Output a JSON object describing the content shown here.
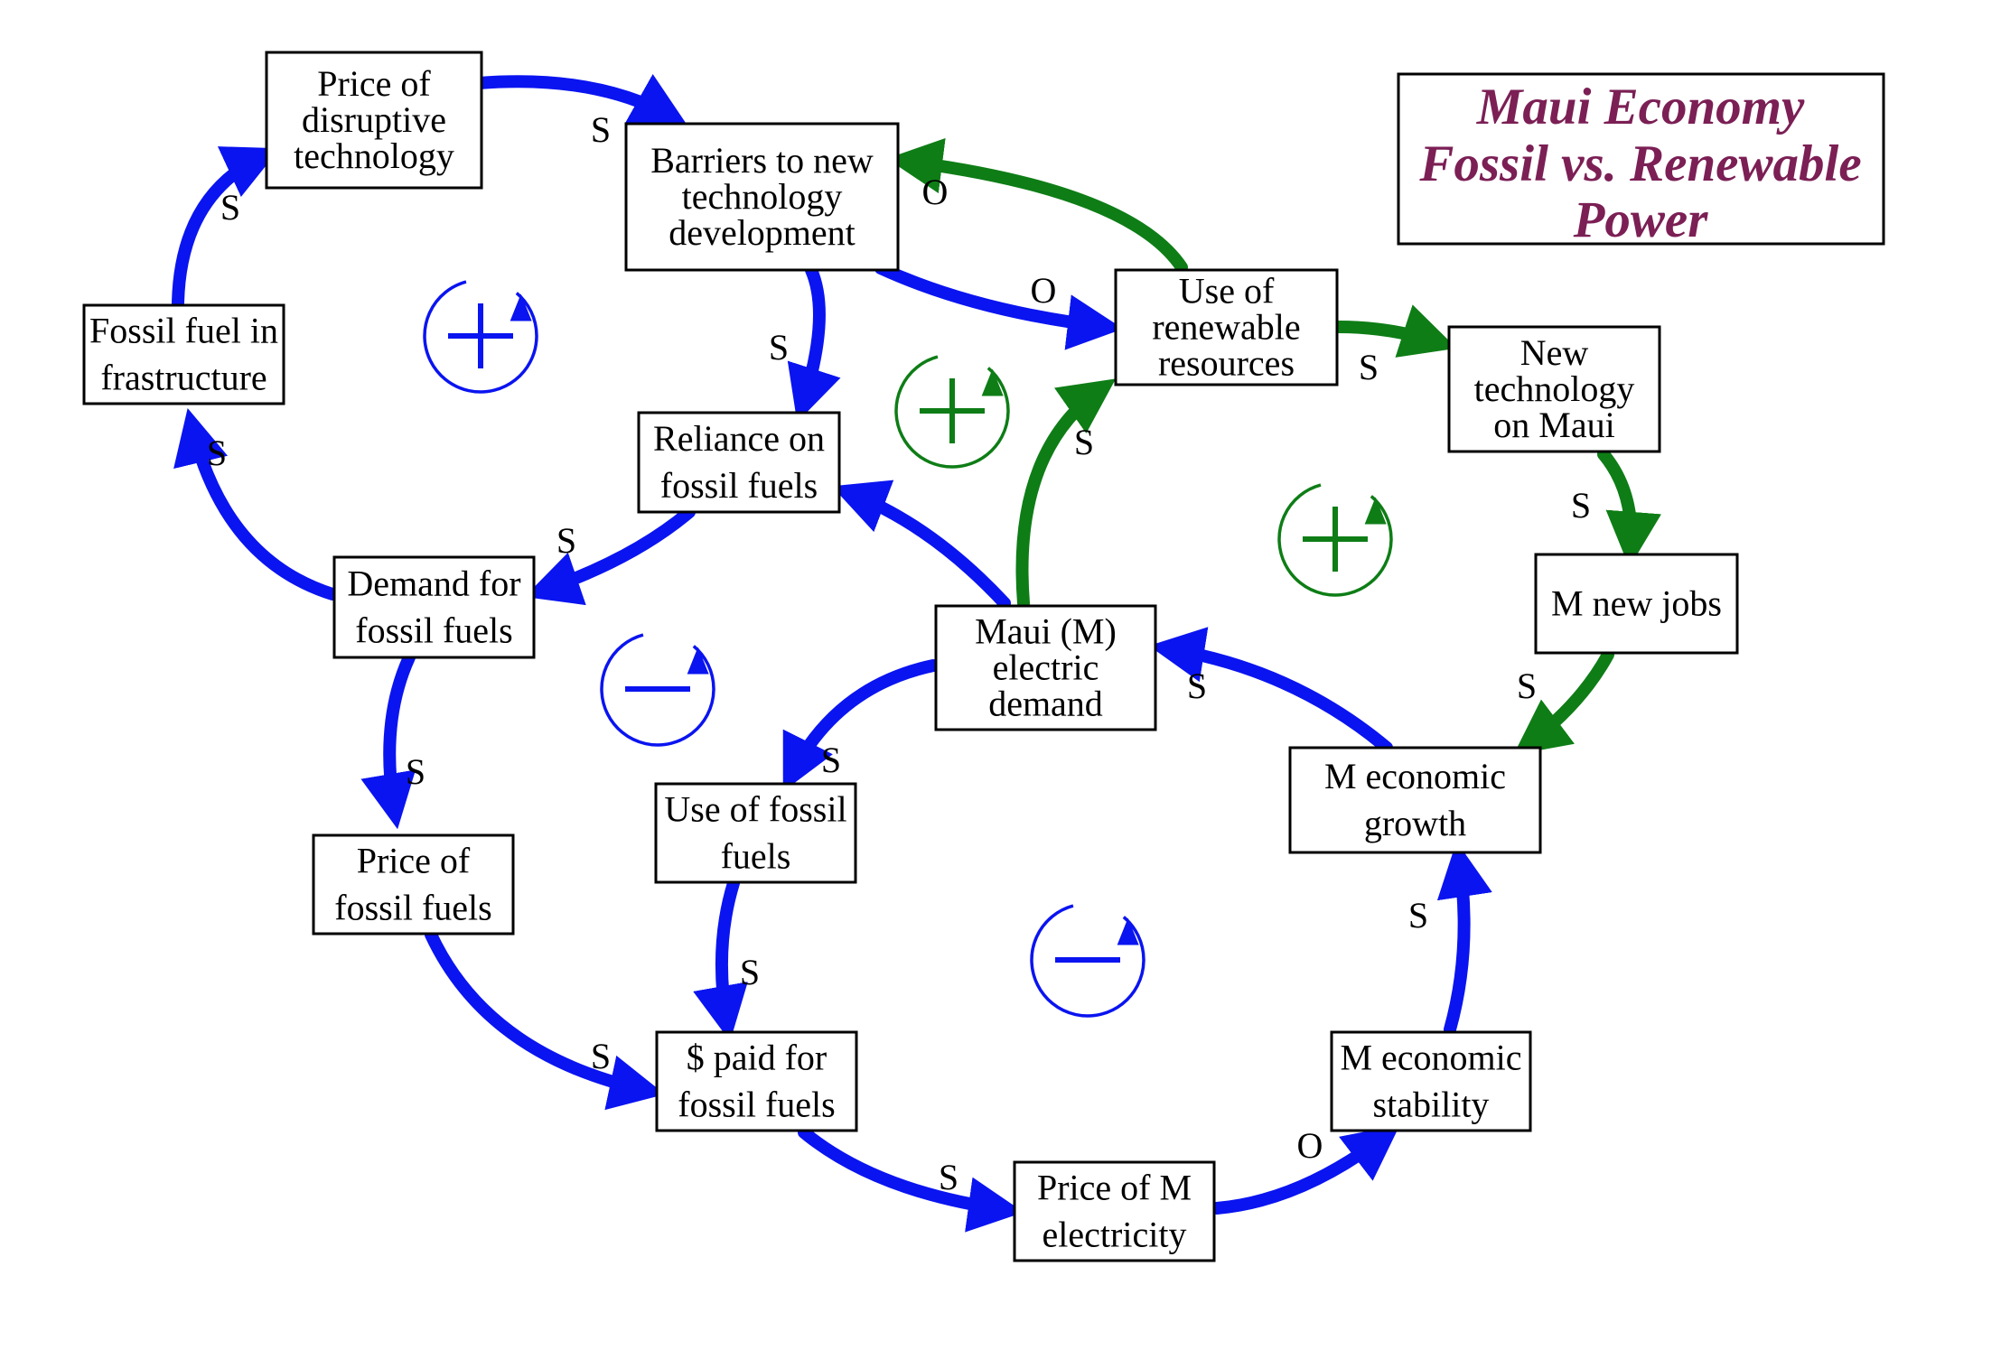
{
  "title": {
    "lines": [
      "Maui Economy",
      "Fossil vs. Renewable",
      "Power"
    ]
  },
  "colors": {
    "fossil_link": "#0a14f0",
    "renewable_link": "#0e7d16",
    "title": "#7b1f55",
    "box_border": "#000000"
  },
  "nodes": [
    {
      "id": "price-disruptive-tech",
      "lines": [
        "Price of",
        "disruptive",
        "technology"
      ]
    },
    {
      "id": "barriers-new-tech",
      "lines": [
        "Barriers to new",
        "technology",
        "development"
      ]
    },
    {
      "id": "fossil-fuel-infrastructure",
      "lines": [
        "Fossil fuel in",
        "frastructure"
      ]
    },
    {
      "id": "reliance-fossil-fuels",
      "lines": [
        "Reliance on",
        "fossil fuels"
      ]
    },
    {
      "id": "use-renewable-resources",
      "lines": [
        "Use of",
        "renewable",
        "resources"
      ]
    },
    {
      "id": "new-technology-maui",
      "lines": [
        "New",
        "technology",
        "on Maui"
      ]
    },
    {
      "id": "demand-fossil-fuels",
      "lines": [
        "Demand for",
        "fossil fuels"
      ]
    },
    {
      "id": "maui-electric-demand",
      "lines": [
        "Maui (M)",
        "electric",
        "demand"
      ]
    },
    {
      "id": "m-new-jobs",
      "lines": [
        "M new jobs"
      ]
    },
    {
      "id": "use-fossil-fuels",
      "lines": [
        "Use of fossil",
        "fuels"
      ]
    },
    {
      "id": "m-economic-growth",
      "lines": [
        "M economic",
        "growth"
      ]
    },
    {
      "id": "price-fossil-fuels",
      "lines": [
        "Price of",
        "fossil fuels"
      ]
    },
    {
      "id": "paid-fossil-fuels",
      "lines": [
        "$ paid for",
        "fossil fuels"
      ]
    },
    {
      "id": "m-economic-stability",
      "lines": [
        "M economic",
        "stability"
      ]
    },
    {
      "id": "price-m-electricity",
      "lines": [
        "Price of M",
        "electricity"
      ]
    }
  ],
  "links": [
    {
      "from": "price-disruptive-tech",
      "to": "barriers-new-tech",
      "polarity": "S",
      "color": "fossil"
    },
    {
      "from": "fossil-fuel-infrastructure",
      "to": "price-disruptive-tech",
      "polarity": "S",
      "color": "fossil"
    },
    {
      "from": "demand-fossil-fuels",
      "to": "fossil-fuel-infrastructure",
      "polarity": "S",
      "color": "fossil"
    },
    {
      "from": "reliance-fossil-fuels",
      "to": "demand-fossil-fuels",
      "polarity": "S",
      "color": "fossil"
    },
    {
      "from": "barriers-new-tech",
      "to": "reliance-fossil-fuels",
      "polarity": "S",
      "color": "fossil"
    },
    {
      "from": "barriers-new-tech",
      "to": "use-renewable-resources",
      "polarity": "O",
      "color": "fossil"
    },
    {
      "from": "use-renewable-resources",
      "to": "barriers-new-tech",
      "polarity": "O",
      "color": "renewable"
    },
    {
      "from": "use-renewable-resources",
      "to": "new-technology-maui",
      "polarity": "S",
      "color": "renewable"
    },
    {
      "from": "new-technology-maui",
      "to": "m-new-jobs",
      "polarity": "S",
      "color": "renewable"
    },
    {
      "from": "m-new-jobs",
      "to": "m-economic-growth",
      "polarity": "S",
      "color": "renewable"
    },
    {
      "from": "maui-electric-demand",
      "to": "use-renewable-resources",
      "polarity": "S",
      "color": "renewable"
    },
    {
      "from": "maui-electric-demand",
      "to": "reliance-fossil-fuels",
      "polarity": "",
      "color": "fossil"
    },
    {
      "from": "m-economic-growth",
      "to": "maui-electric-demand",
      "polarity": "S",
      "color": "fossil"
    },
    {
      "from": "maui-electric-demand",
      "to": "use-fossil-fuels",
      "polarity": "S",
      "color": "fossil"
    },
    {
      "from": "use-fossil-fuels",
      "to": "paid-fossil-fuels",
      "polarity": "S",
      "color": "fossil"
    },
    {
      "from": "demand-fossil-fuels",
      "to": "price-fossil-fuels",
      "polarity": "S",
      "color": "fossil"
    },
    {
      "from": "price-fossil-fuels",
      "to": "paid-fossil-fuels",
      "polarity": "S",
      "color": "fossil"
    },
    {
      "from": "paid-fossil-fuels",
      "to": "price-m-electricity",
      "polarity": "S",
      "color": "fossil"
    },
    {
      "from": "price-m-electricity",
      "to": "m-economic-stability",
      "polarity": "O",
      "color": "fossil"
    },
    {
      "from": "m-economic-stability",
      "to": "m-economic-growth",
      "polarity": "S",
      "color": "fossil"
    }
  ],
  "loops": [
    {
      "id": "loop-top-left",
      "type": "reinforcing",
      "color": "fossil"
    },
    {
      "id": "loop-top-center",
      "type": "reinforcing",
      "color": "renewable"
    },
    {
      "id": "loop-right",
      "type": "reinforcing",
      "color": "renewable"
    },
    {
      "id": "loop-left",
      "type": "balancing",
      "color": "fossil"
    },
    {
      "id": "loop-bottom",
      "type": "balancing",
      "color": "fossil"
    }
  ]
}
